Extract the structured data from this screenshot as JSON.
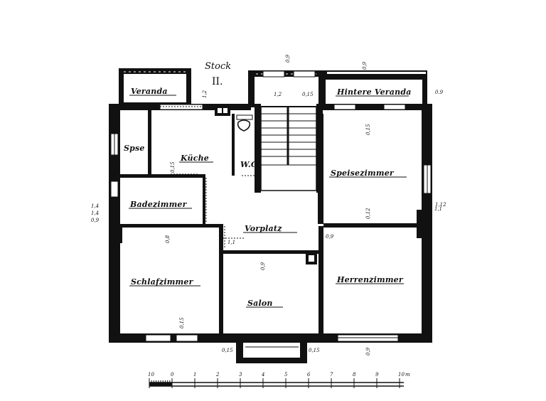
{
  "plan": {
    "heading": {
      "line1": "Stock",
      "line2": "II."
    },
    "rooms": {
      "veranda": "Veranda",
      "hintere_veranda": "Hintere Veranda",
      "speise": "Spse",
      "kueche": "Küche",
      "wc": "W.C.",
      "badezimmer": "Badezimmer",
      "speisezimmer": "Speisezimmer",
      "vorplatz": "Vorplatz",
      "schlafzimmer": "Schlafzimmer",
      "salon": "Salon",
      "herrenzimmer": "Herrenzimmer"
    },
    "dimensions": {
      "d1": "0,9",
      "d2": "0,9",
      "d3": "0.9",
      "d4": "1,2",
      "d5": "1,2",
      "d6": "0,15",
      "d7": "0,15",
      "d8": "0,15",
      "d9": "1,4",
      "d10": "1,4",
      "d11": "1,12",
      "d12": "0,12",
      "d13": "0,8",
      "d14": "1,1",
      "d15": "0,9",
      "d16": "0,9",
      "d17": "0,15",
      "d18": "0,15",
      "d19": "0,15",
      "d20": "0,9",
      "d21": "1,1",
      "d22": "0,9"
    },
    "scale": {
      "labels": [
        "10",
        "0",
        "1",
        "2",
        "3",
        "4",
        "5",
        "6",
        "7",
        "8",
        "9",
        "10"
      ],
      "unit": "m"
    }
  }
}
